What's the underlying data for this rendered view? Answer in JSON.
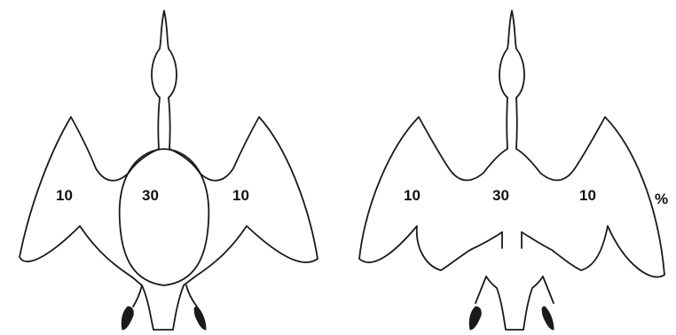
{
  "figures": [
    {
      "id": "left",
      "variant": "with-trunk-outline",
      "labels": {
        "left_wing": "10",
        "trunk": "30",
        "right_wing": "10"
      }
    },
    {
      "id": "right",
      "variant": "open-trunk",
      "labels": {
        "left_wing": "10",
        "trunk": "30",
        "right_wing": "10"
      }
    }
  ],
  "unit": "%"
}
